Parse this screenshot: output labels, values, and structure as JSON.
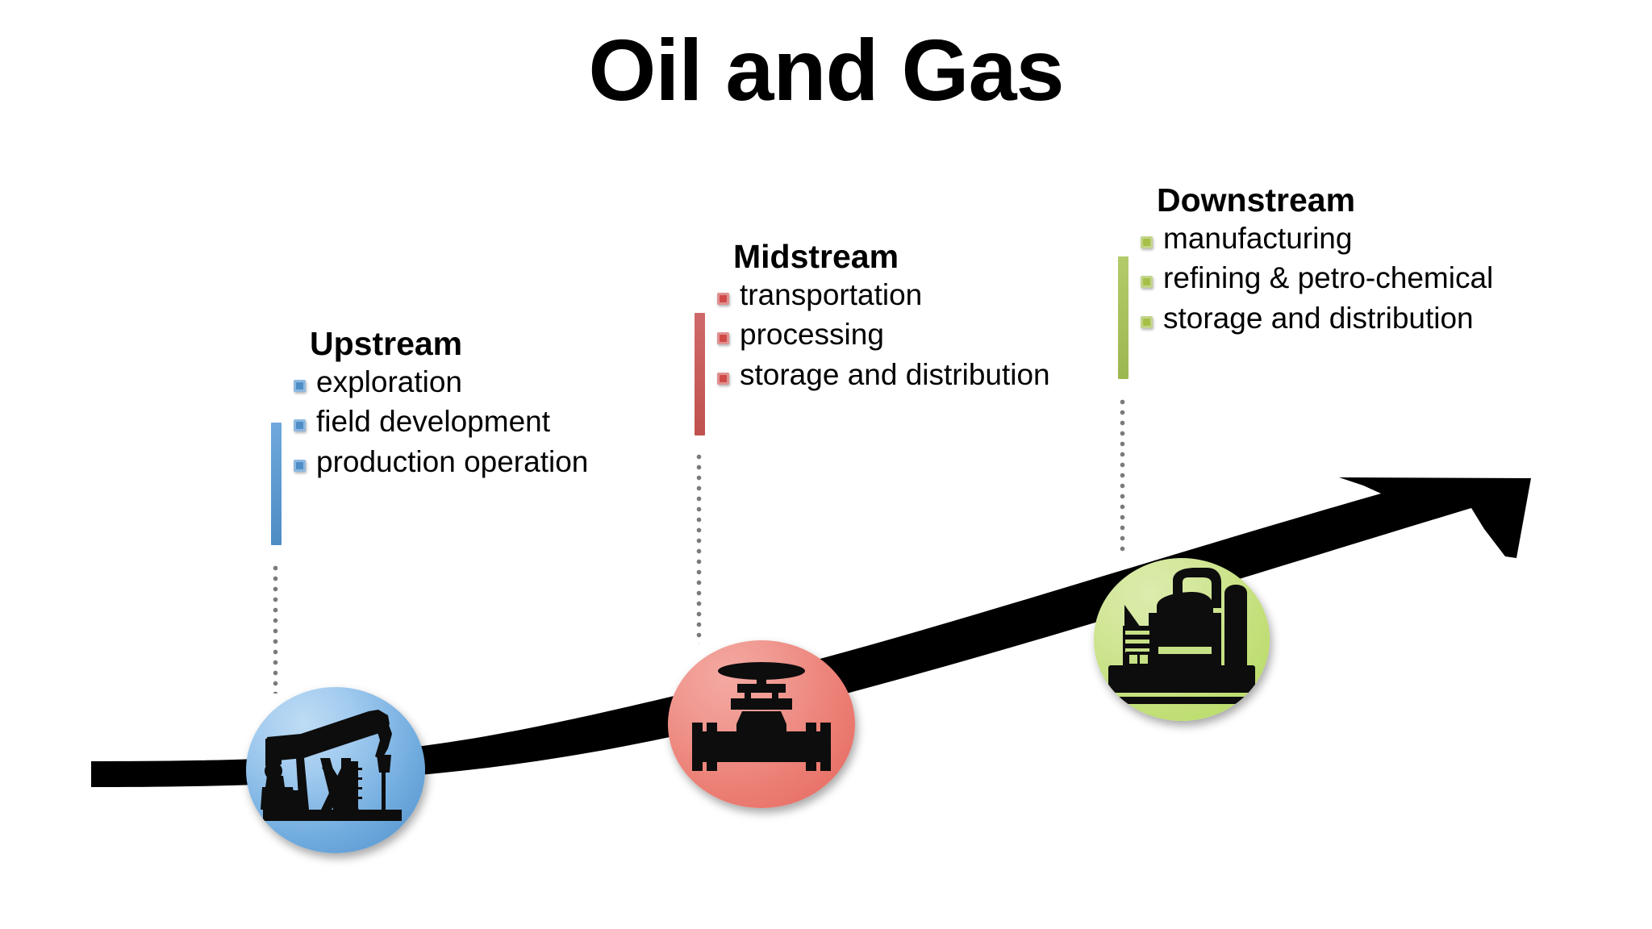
{
  "slide": {
    "title": "Oil and Gas",
    "background_color": "#ffffff"
  },
  "arrow": {
    "name": "growth-arrow",
    "color": "#000000",
    "direction": "upward-right"
  },
  "stages": [
    {
      "key": "upstream",
      "heading": "Upstream",
      "accent_color": "#5B9BD5",
      "icon": "oil-pumpjack-icon",
      "items": [
        "exploration",
        "field development",
        "production operation"
      ]
    },
    {
      "key": "midstream",
      "heading": "Midstream",
      "accent_color": "#E8766C",
      "icon": "pipeline-valve-icon",
      "items": [
        "transportation",
        "processing",
        "storage and distribution"
      ]
    },
    {
      "key": "downstream",
      "heading": "Downstream",
      "accent_color": "#A9CF4F",
      "icon": "refinery-plant-icon",
      "items": [
        "manufacturing",
        "refining & petro-chemical",
        "storage and distribution"
      ]
    }
  ]
}
